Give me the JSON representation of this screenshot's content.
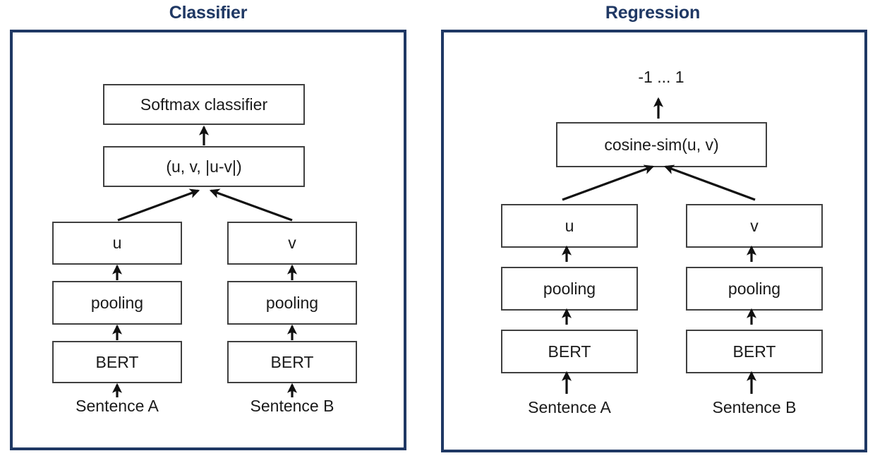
{
  "figure": {
    "accent_color": "#1F3864",
    "box_border_color": "#404040",
    "background": "#ffffff",
    "panels": [
      {
        "id": "classifier",
        "title": "Classifier",
        "nodes": {
          "top": "Softmax classifier",
          "concat": "(u, v, |u-v|)",
          "left_embed": "u",
          "right_embed": "v",
          "left_pooling": "pooling",
          "right_pooling": "pooling",
          "left_encoder": "BERT",
          "right_encoder": "BERT",
          "left_input": "Sentence A",
          "right_input": "Sentence B"
        }
      },
      {
        "id": "regression",
        "title": "Regression",
        "nodes": {
          "output_range": "-1 ... 1",
          "score": "cosine-sim(u, v)",
          "left_embed": "u",
          "right_embed": "v",
          "left_pooling": "pooling",
          "right_pooling": "pooling",
          "left_encoder": "BERT",
          "right_encoder": "BERT",
          "left_input": "Sentence A",
          "right_input": "Sentence B"
        }
      }
    ]
  }
}
